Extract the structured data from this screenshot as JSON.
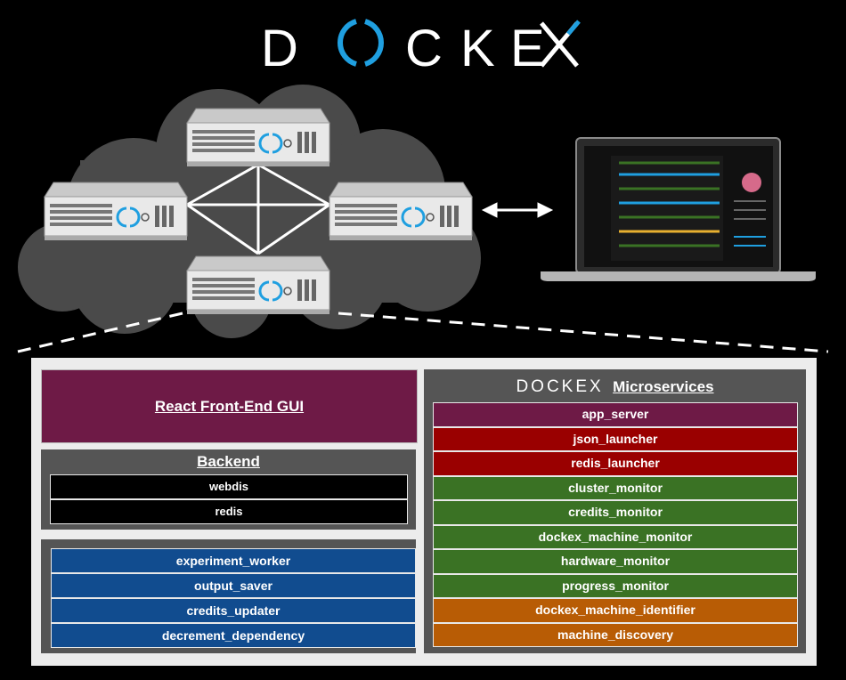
{
  "header": {
    "logo_text": "DOCKEX"
  },
  "colors": {
    "purple": "#6e1a46",
    "red": "#9a0000",
    "green": "#3a7224",
    "orange": "#b85c05",
    "blue": "#114c8f",
    "accent": "#1f9fe0"
  },
  "frontend": {
    "title": "React Front-End GUI"
  },
  "backend": {
    "title": "Backend",
    "items": [
      "webdis",
      "redis"
    ]
  },
  "workers": {
    "items": [
      "experiment_worker",
      "output_saver",
      "credits_updater",
      "decrement_dependency"
    ]
  },
  "microservices": {
    "logo_text": "DOCKEX",
    "title": "Microservices",
    "items": [
      {
        "label": "app_server",
        "color": "#6e1a46"
      },
      {
        "label": "json_launcher",
        "color": "#9a0000"
      },
      {
        "label": "redis_launcher",
        "color": "#9a0000"
      },
      {
        "label": "cluster_monitor",
        "color": "#3a7224"
      },
      {
        "label": "credits_monitor",
        "color": "#3a7224"
      },
      {
        "label": "dockex_machine_monitor",
        "color": "#3a7224"
      },
      {
        "label": "hardware_monitor",
        "color": "#3a7224"
      },
      {
        "label": "progress_monitor",
        "color": "#3a7224"
      },
      {
        "label": "dockex_machine_identifier",
        "color": "#b85c05"
      },
      {
        "label": "machine_discovery",
        "color": "#b85c05"
      }
    ]
  }
}
